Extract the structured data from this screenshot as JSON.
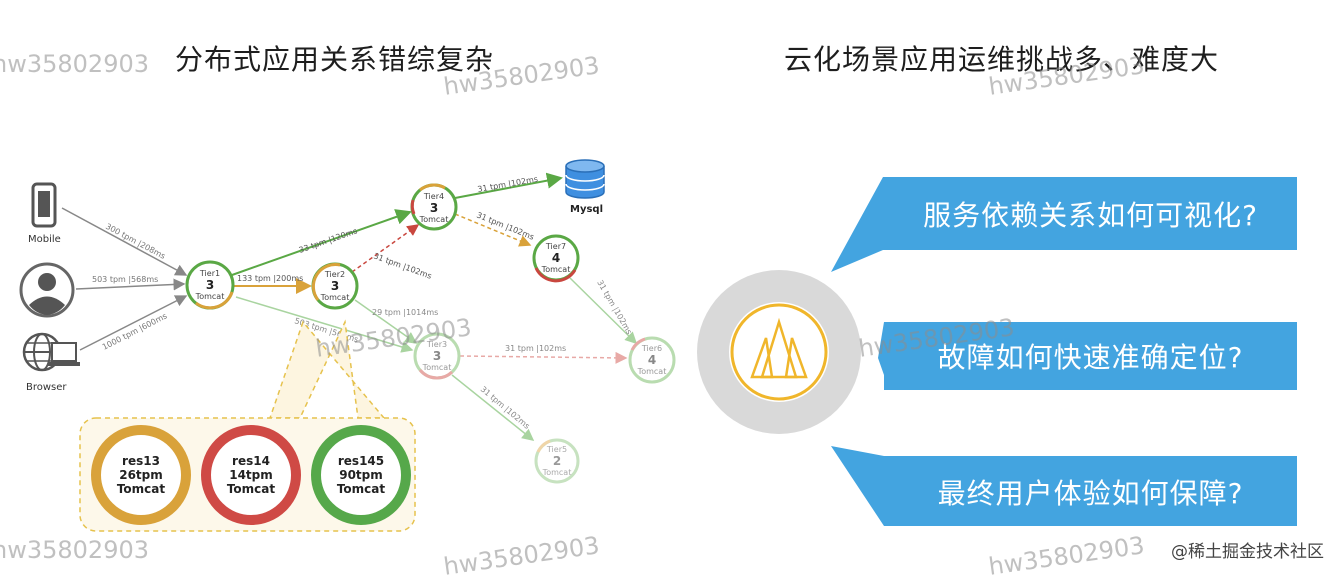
{
  "titles": {
    "left": "分布式应用关系错综复杂",
    "right": "云化场景应用运维挑战多、难度大"
  },
  "clients": {
    "mobile": "Mobile",
    "browser": "Browser"
  },
  "client_edges": {
    "mobile_tier1": "300 tpm |208ms",
    "user_tier1": "503 tpm |568ms",
    "browser_tier1": "1000 tpm |600ms"
  },
  "tiers": {
    "tier1": {
      "name": "Tier1",
      "count": "3",
      "type": "Tomcat"
    },
    "tier2": {
      "name": "Tier2",
      "count": "3",
      "type": "Tomcat"
    },
    "tier3": {
      "name": "Tier3",
      "count": "3",
      "type": "Tomcat"
    },
    "tier4": {
      "name": "Tier4",
      "count": "3",
      "type": "Tomcat"
    },
    "tier5": {
      "name": "Tier5",
      "count": "2",
      "type": "Tomcat"
    },
    "tier6": {
      "name": "Tier6",
      "count": "4",
      "type": "Tomcat"
    },
    "tier7": {
      "name": "Tier7",
      "count": "4",
      "type": "Tomcat"
    }
  },
  "edges": {
    "t1_t2": "133 tpm |200ms",
    "t1_t4": "33 tpm |120ms",
    "t2_t4": "31 tpm |102ms",
    "t2_t3": "503 tpm |560ms",
    "t2_t3b": "29 tpm |1014ms",
    "t4_mysql": "31 tpm |102ms",
    "t4_t7": "31 tpm |102ms",
    "t7_t6": "31 tpm |102ms",
    "t3_t6": "31 tpm |102ms",
    "t3_t5": "31 tpm |102ms"
  },
  "mysql_label": "Mysql",
  "resources": [
    {
      "name": "res13",
      "tpm": "26tpm",
      "type": "Tomcat",
      "color": "#d9a23a"
    },
    {
      "name": "res14",
      "tpm": "14tpm",
      "type": "Tomcat",
      "color": "#cf4a45"
    },
    {
      "name": "res145",
      "tpm": "90tpm",
      "type": "Tomcat",
      "color": "#56a84a"
    }
  ],
  "challenges": [
    "服务依赖关系如何可视化?",
    "故障如何快速准确定位?",
    "最终用户体验如何保障?"
  ],
  "watermark": "hw35802903",
  "credit": "@稀土掘金技术社区",
  "colors": {
    "banner": "#43a4e0",
    "hub_ring": "#f0b62b",
    "hub_bg": "#d9d9d9"
  }
}
